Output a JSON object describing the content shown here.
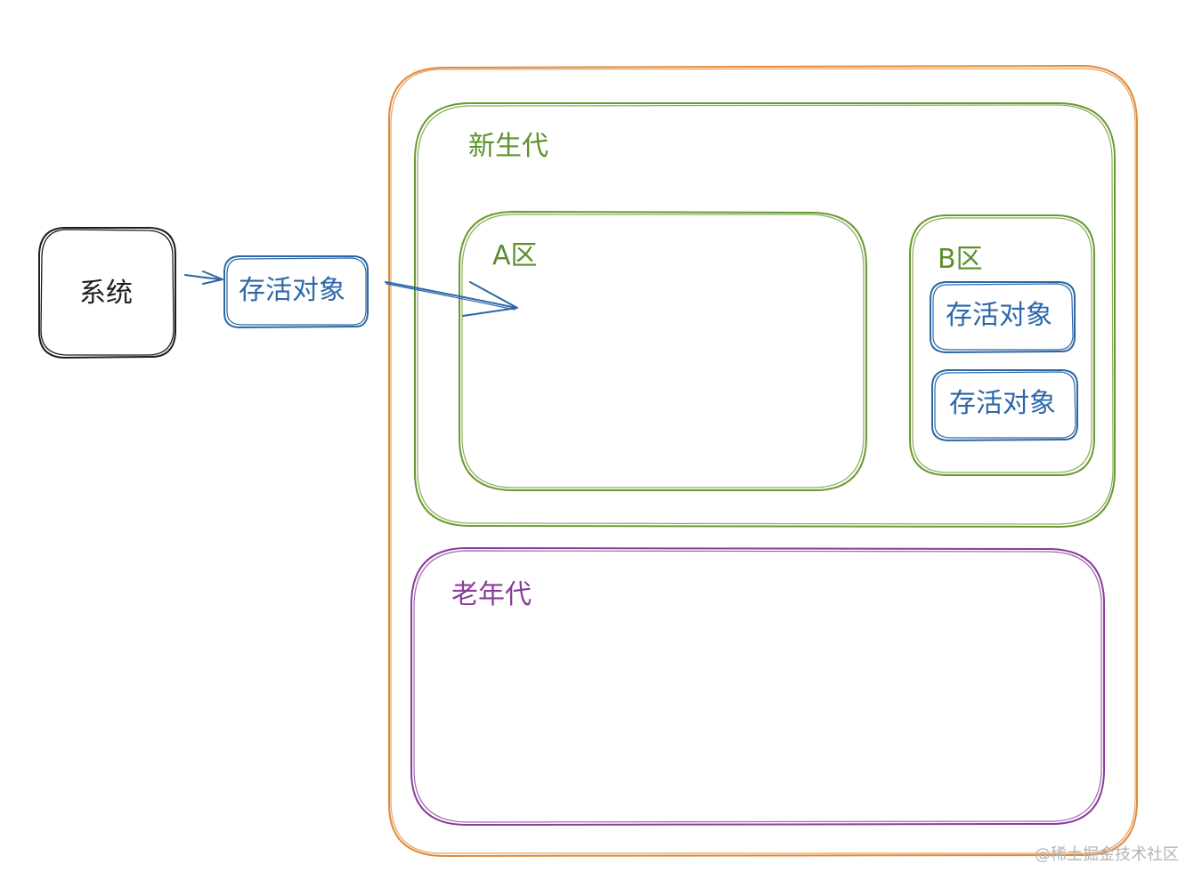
{
  "nodes": {
    "system": "系统",
    "incoming_object": "存活对象",
    "b_object_1": "存活对象",
    "b_object_2": "存活对象"
  },
  "regions": {
    "young_gen": "新生代",
    "area_a": "A区",
    "area_b": "B区",
    "old_gen": "老年代"
  },
  "watermark": "@稀土掘金技术社区",
  "colors": {
    "heap": "#e08a3c",
    "young": "#6a9a2f",
    "old": "#8a3d9b",
    "object": "#2d67a6",
    "system": "#1e1e1e"
  }
}
